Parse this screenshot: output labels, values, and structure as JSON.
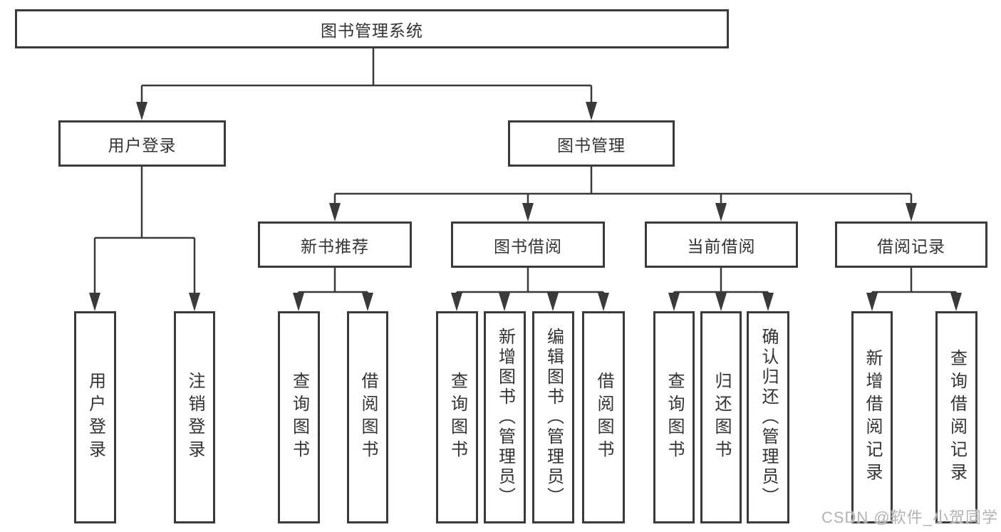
{
  "diagram": {
    "root": "图书管理系统",
    "level2": {
      "user_login": "用户登录",
      "book_mgmt": "图书管理"
    },
    "level3": {
      "new_book": "新书推荐",
      "book_borrow": "图书借阅",
      "current_borrow": "当前借阅",
      "borrow_record": "借阅记录"
    },
    "leaves": {
      "user_login": {
        "login": "用户登录",
        "logout": "注销登录"
      },
      "new_book": {
        "query": "查询图书",
        "borrow": "借阅图书"
      },
      "book_borrow": {
        "query": "查询图书",
        "add": "新增图书（管理员）",
        "edit": "编辑图书（管理员）",
        "borrow": "借阅图书"
      },
      "current_borrow": {
        "query": "查询图书",
        "return": "归还图书",
        "confirm": "确认归还（管理员）"
      },
      "borrow_record": {
        "add": "新增借阅记录",
        "query": "查询借阅记录"
      }
    },
    "watermark": "CSDN @软件_小贺同学",
    "colors": {
      "line": "#3a3a3a",
      "text": "#333333",
      "background": "#ffffff",
      "watermark": "#b3b3b3"
    }
  }
}
